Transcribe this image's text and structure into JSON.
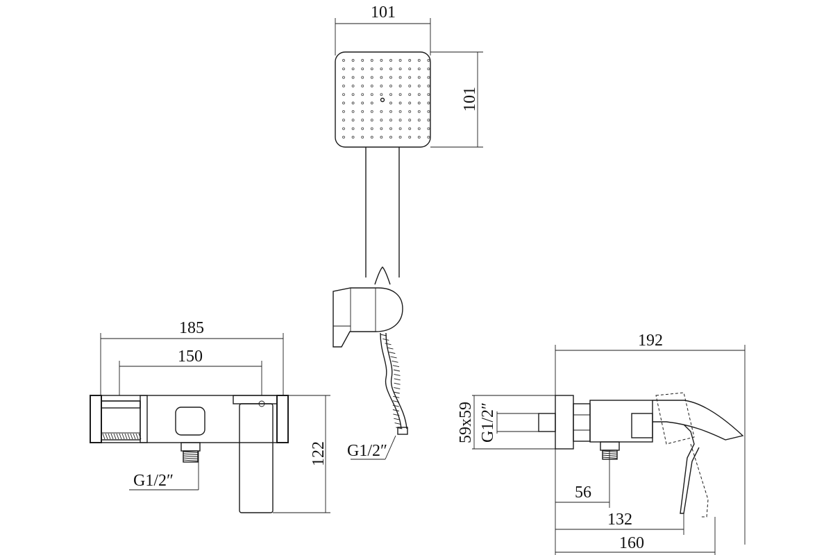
{
  "shower_head": {
    "width_label": "101",
    "height_label": "101"
  },
  "hose": {
    "thread_label": "G1/2″"
  },
  "front_view": {
    "overall_width_label": "185",
    "centers_label": "150",
    "height_label": "122",
    "thread_label": "G1/2″"
  },
  "side_view": {
    "depth_label": "192",
    "flange_label": "59x59",
    "thread_label": "G1/2″",
    "dim_56_label": "56",
    "dim_132_label": "132",
    "dim_160_label": "160"
  },
  "colors": {
    "line": "#1a1a1a",
    "background": "#ffffff"
  }
}
